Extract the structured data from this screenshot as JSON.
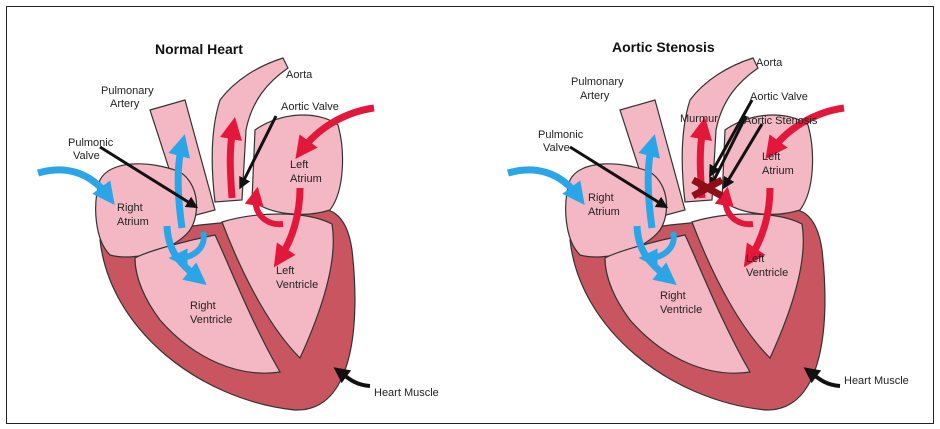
{
  "normal": {
    "title": "Normal Heart",
    "labels": {
      "pulmonary_artery": [
        "Pulmonary",
        "Artery"
      ],
      "aorta": "Aorta",
      "aortic_valve": "Aortic Valve",
      "pulmonic_valve": [
        "Pulmonic",
        "Valve"
      ],
      "right_atrium": [
        "Right",
        "Atrium"
      ],
      "left_atrium": [
        "Left",
        "Atrium"
      ],
      "left_ventricle": [
        "Left",
        "Ventricle"
      ],
      "right_ventricle": [
        "Right",
        "Ventricle"
      ],
      "heart_muscle": "Heart Muscle"
    }
  },
  "stenosis": {
    "title": "Aortic Stenosis",
    "labels": {
      "pulmonary_artery": [
        "Pulmonary",
        "Artery"
      ],
      "aorta": "Aorta",
      "aortic_valve": "Aortic Valve",
      "aortic_stenosis": "Aortic Stenosis",
      "murmur": "Murmur",
      "pulmonic_valve": [
        "Pulmonic",
        "Valve"
      ],
      "right_atrium": [
        "Right",
        "Atrium"
      ],
      "left_atrium": [
        "Left",
        "Atrium"
      ],
      "left_ventricle": [
        "Left",
        "Ventricle"
      ],
      "right_ventricle": [
        "Right",
        "Ventricle"
      ],
      "heart_muscle": "Heart Muscle"
    }
  },
  "colors": {
    "muscle": "#c85560",
    "chamber": "#f4b8c4",
    "blue_flow": "#2aa6e8",
    "red_flow": "#e3173a",
    "stenosis": "#8e0f1a"
  }
}
